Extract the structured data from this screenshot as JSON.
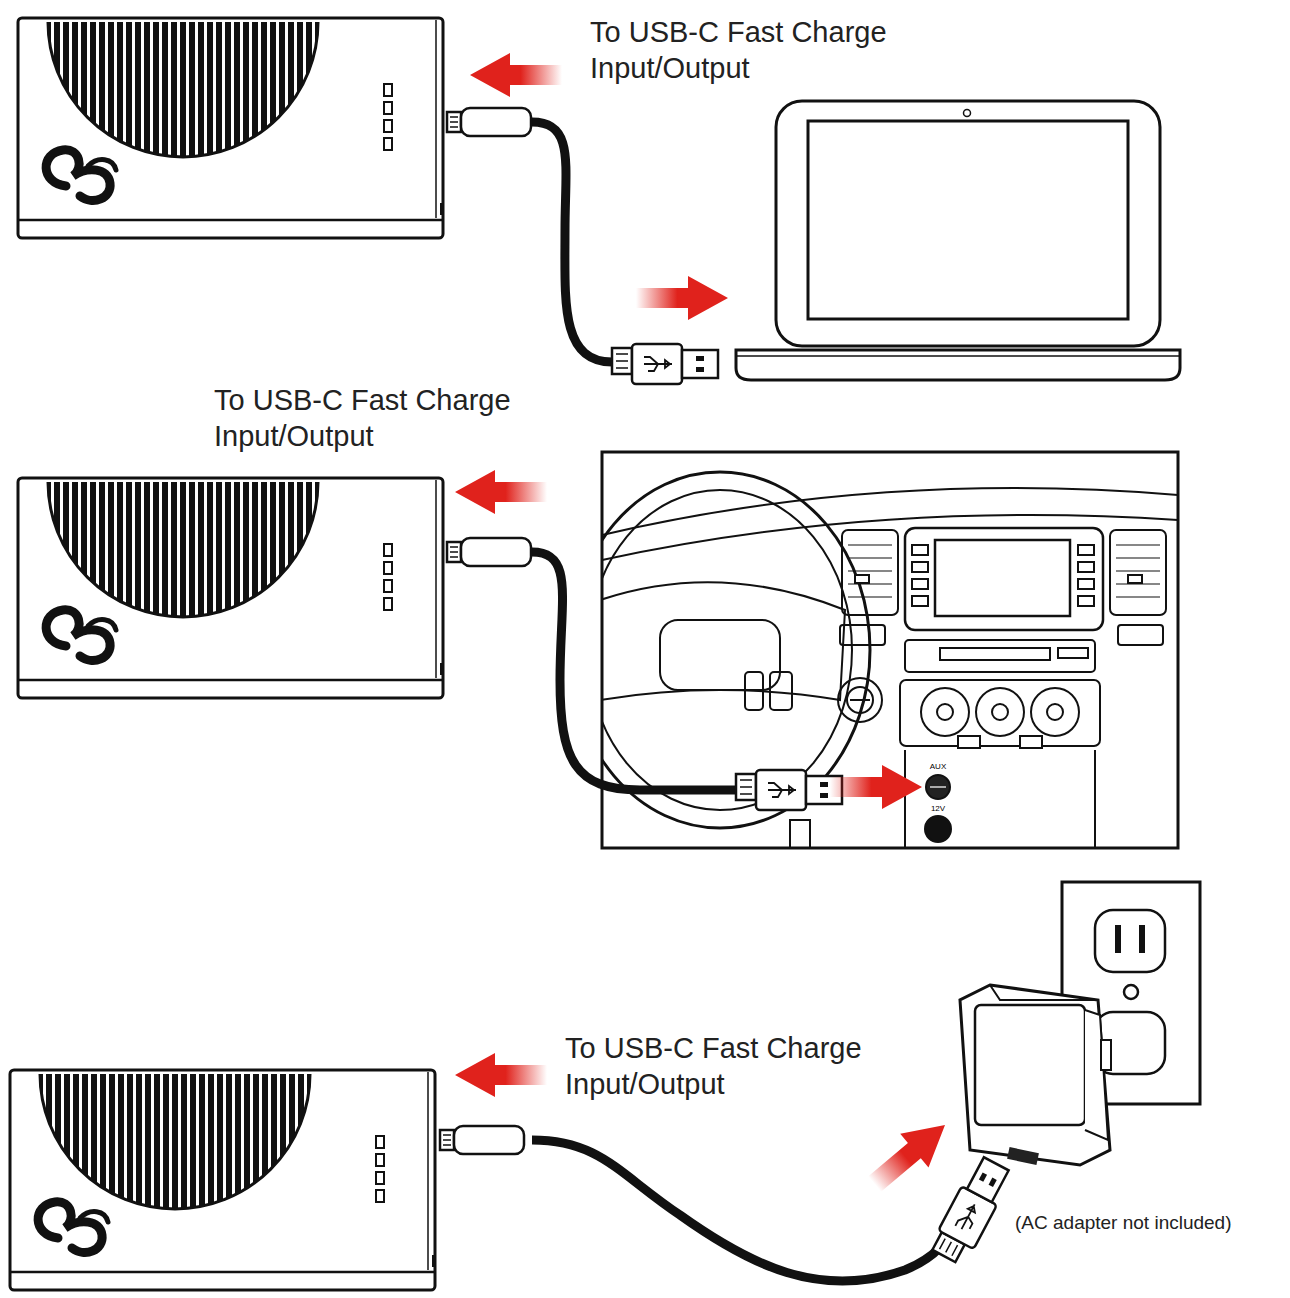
{
  "diagram": {
    "labels": [
      "To USB-C Fast Charge Input/Output",
      "To USB-C Fast Charge Input/Output",
      "AUX",
      "12V",
      "To USB-C Fast Charge Input/Output",
      "(AC adapter not included)"
    ]
  }
}
